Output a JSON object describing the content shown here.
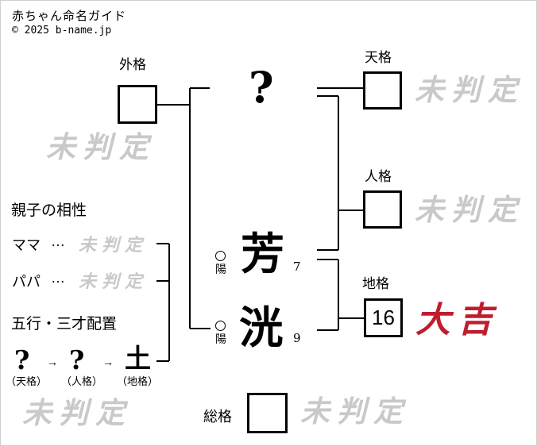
{
  "header": {
    "site_title": "赤ちゃん命名ガイド",
    "copyright": "© 2025 b-name.jp"
  },
  "colors": {
    "luck_red": "#bf1e2e",
    "watermark_gray": "#c9c9c9",
    "ink": "#000000"
  },
  "name_chars": {
    "surname_placeholder": "?",
    "char1": {
      "kanji": "芳",
      "strokes": "7",
      "yinyang_symbol": "○",
      "yinyang_label": "陽"
    },
    "char2": {
      "kanji": "洸",
      "strokes": "9",
      "yinyang_symbol": "○",
      "yinyang_label": "陽"
    }
  },
  "grids": {
    "gaikaku": {
      "label": "外格",
      "value": "",
      "result": "未判定"
    },
    "tenkaku": {
      "label": "天格",
      "value": "",
      "result": "未判定"
    },
    "jinkaku": {
      "label": "人格",
      "value": "",
      "result": "未判定"
    },
    "chikaku": {
      "label": "地格",
      "value": "16",
      "result": "大吉"
    },
    "soukaku": {
      "label": "総格",
      "value": "",
      "result": "未判定"
    }
  },
  "oyako": {
    "heading": "親子の相性",
    "mama": {
      "label": "ママ",
      "dots": "…",
      "result": "未判定"
    },
    "papa": {
      "label": "パパ",
      "dots": "…",
      "result": "未判定"
    }
  },
  "gogyo": {
    "heading": "五行・三才配置",
    "item1": {
      "value": "?",
      "label": "（天格）"
    },
    "item2": {
      "value": "?",
      "label": "（人格）"
    },
    "item3": {
      "value": "土",
      "label": "（地格）"
    },
    "arrow1": "→",
    "arrow2": "→",
    "result": "未判定"
  }
}
